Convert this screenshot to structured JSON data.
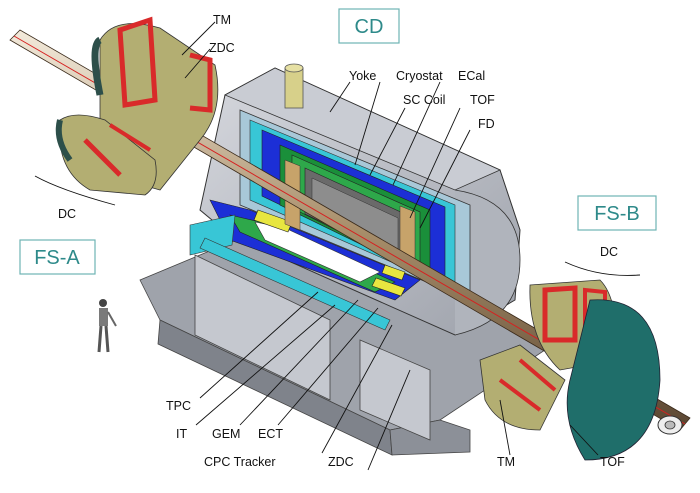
{
  "regions": {
    "cd": "CD",
    "fs_a": "FS-A",
    "fs_b": "FS-B"
  },
  "labels": {
    "tm_top": "TM",
    "zdc_top": "ZDC",
    "yoke": "Yoke",
    "cryostat": "Cryostat",
    "ecal": "ECal",
    "sc_coil": "SC Coil",
    "tof_top": "TOF",
    "fd": "FD",
    "dc_left": "DC",
    "dc_right": "DC",
    "tpc": "TPC",
    "it": "IT",
    "gem": "GEM",
    "ect": "ECT",
    "cpc_tracker": "CPC Tracker",
    "zdc_bottom": "ZDC",
    "tm_bottom": "TM",
    "tof_bottom": "TOF"
  },
  "colors": {
    "region_text": "#2e8a8a",
    "region_border": "#6fb3b3",
    "yoke_grey": "#b9bcc4",
    "magnet_red": "#d92a2a",
    "detector_olive": "#b3ae72",
    "tof_teal": "#1f6e6a",
    "ecal_blue": "#1c2fd6",
    "tracker_green": "#2ea84a",
    "inner_cyan": "#38c6d6",
    "gem_yellow": "#e8e640"
  }
}
